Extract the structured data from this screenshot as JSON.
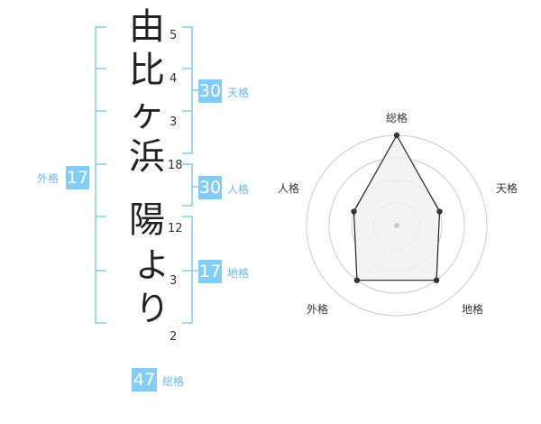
{
  "name_chars": [
    "由",
    "比",
    "ヶ",
    "浜",
    "陽",
    "より"
  ],
  "strokes": [
    "5",
    "4",
    "3",
    "18",
    "12",
    "3",
    "2"
  ],
  "kakusu": {
    "tenkaku": {
      "value": "30",
      "label": "天格"
    },
    "jinkaku": {
      "value": "30",
      "label": "人格"
    },
    "chikaku": {
      "value": "17",
      "label": "地格"
    },
    "gaikaku": {
      "value": "17",
      "label": "外格"
    },
    "soukaku": {
      "value": "47",
      "label": "総格"
    }
  },
  "radar": {
    "axis_labels": [
      "総格",
      "天格",
      "地格",
      "外格",
      "人格"
    ],
    "levels": 4,
    "values": [
      1.0,
      0.5,
      0.75,
      0.75,
      0.5
    ],
    "colors": {
      "grid": "#cccccc",
      "fill": "#f0f0f0",
      "line": "#222222",
      "point": "#333333",
      "center": "#c8c8c8"
    }
  },
  "colors": {
    "accent": "#82cdf5",
    "accent_text": "#6db9e6",
    "bracket": "#82cdf5"
  }
}
